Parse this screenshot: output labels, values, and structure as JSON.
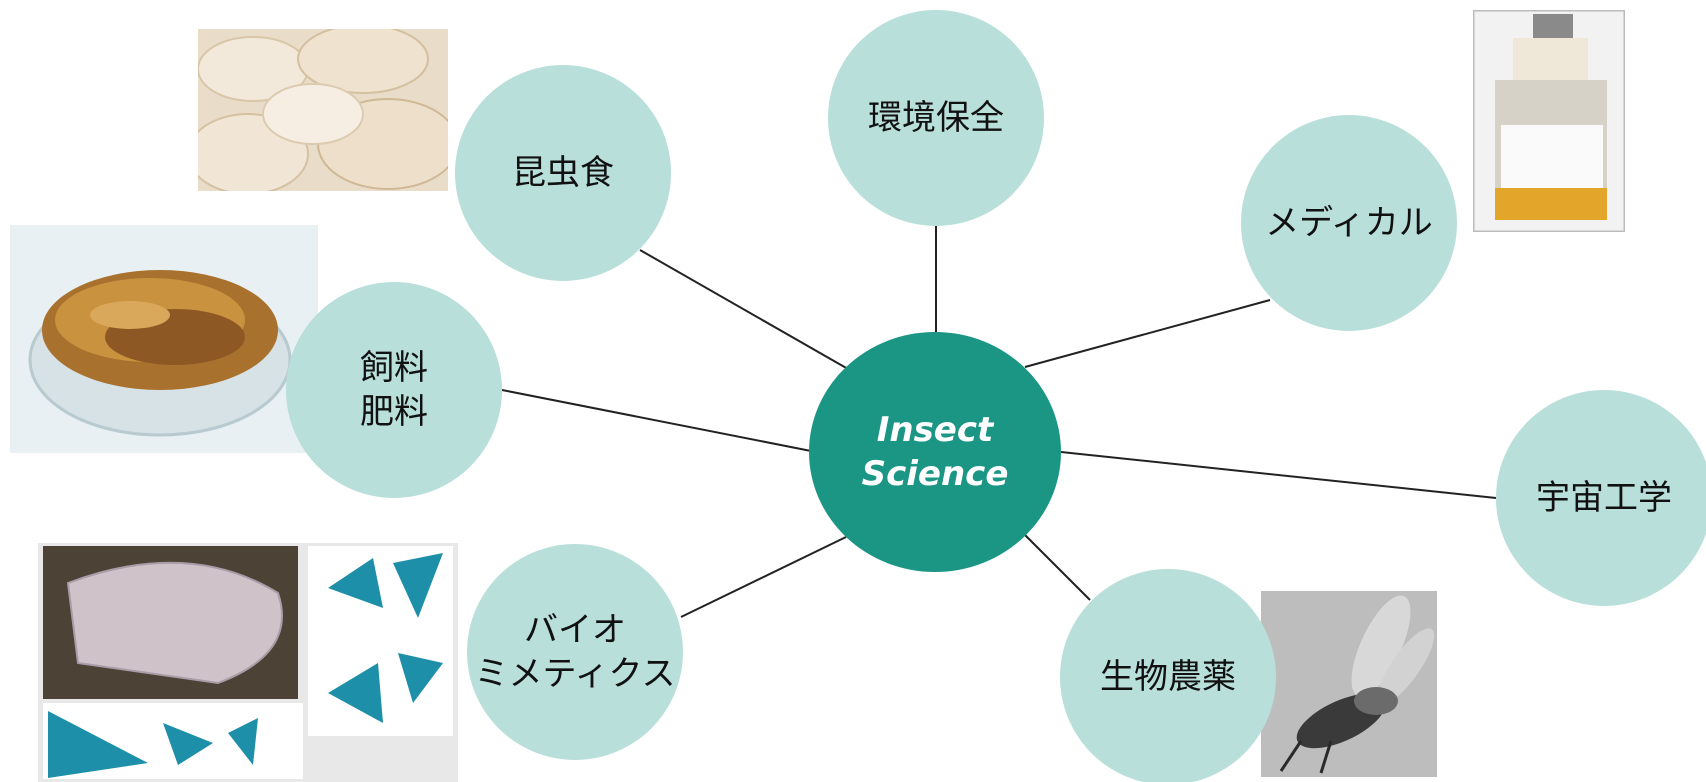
{
  "hub": {
    "label": "Insect\nScience",
    "color": "#1b9685"
  },
  "node_color": "#b9dfda",
  "nodes": {
    "environment": "環境保全",
    "insect_food": "昆虫食",
    "medical": "メディカル",
    "feed_fertilizer": "飼料\n肥料",
    "space_engineering": "宇宙工学",
    "biomimetics": "バイオ\nミメティクス",
    "biopesticide": "生物農薬"
  },
  "photos": {
    "insect_food": "cracker-photo",
    "feed_fertilizer": "larvae-bowl-photo",
    "medical": "medium-bottle-photo",
    "biomimetics": "folding-wing-photo",
    "biopesticide": "parasitoid-wasp-photo"
  }
}
